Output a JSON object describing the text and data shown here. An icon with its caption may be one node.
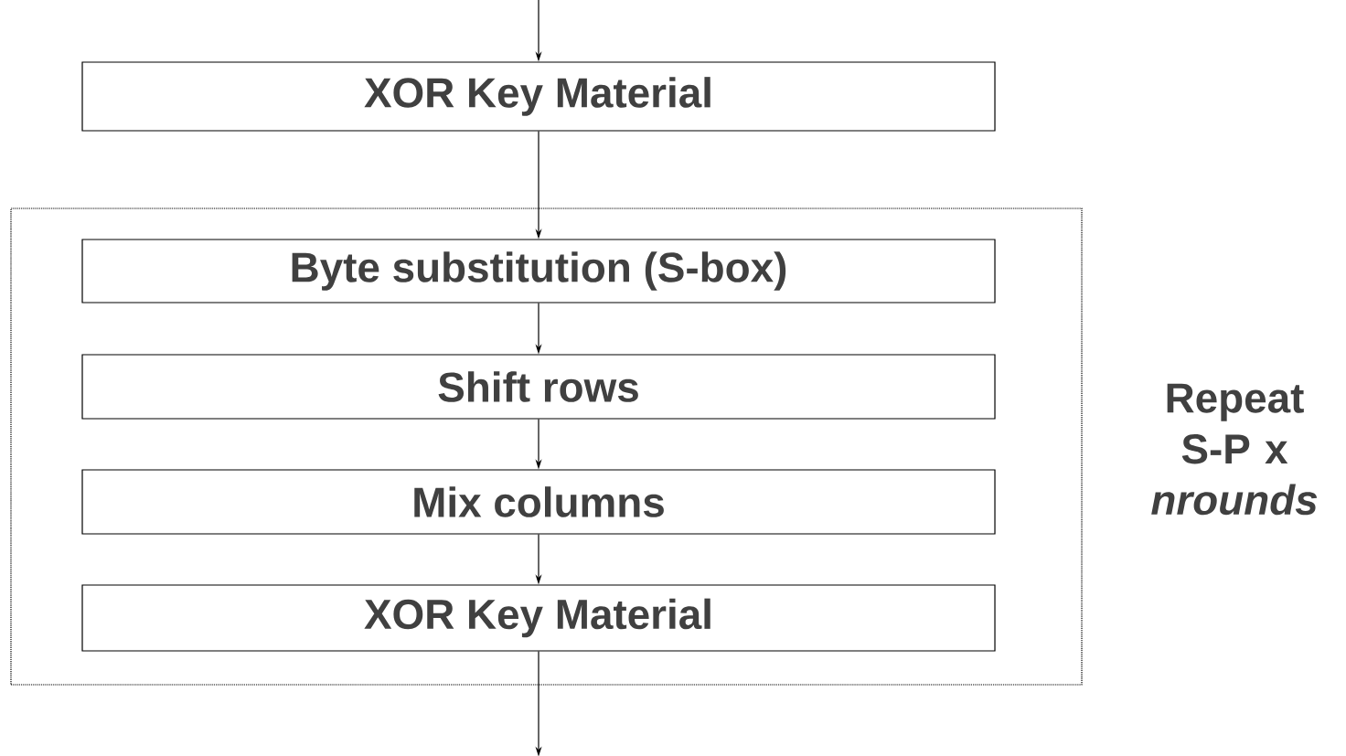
{
  "diagram": {
    "nodes": [
      {
        "text": [
          "XOR Key Material"
        ]
      },
      {
        "text": [],
        "shape": "box",
        "beside": [
          "Repeat S-P x *nrounds*"
        ]
      },
      {
        "text": [
          "Byte substitution (S-box)"
        ],
        "in": 1
      },
      {
        "text": [
          "Shift rows"
        ],
        "in": 1
      },
      {
        "text": [
          "Mix columns"
        ],
        "in": 1
      },
      {
        "text": [
          "XOR Key Material"
        ],
        "in": 1
      }
    ],
    "edges": [
      {
        "from": null,
        "to": 0,
        "arrow": "to"
      },
      {
        "from": 0,
        "to": 2,
        "arrow": "to"
      },
      {
        "from": 2,
        "to": 3,
        "arrow": "to"
      },
      {
        "from": 3,
        "to": 4,
        "arrow": "to"
      },
      {
        "from": 4,
        "to": 5,
        "arrow": "to"
      },
      {
        "from": 5,
        "to": null,
        "arrow": "to"
      }
    ]
  }
}
